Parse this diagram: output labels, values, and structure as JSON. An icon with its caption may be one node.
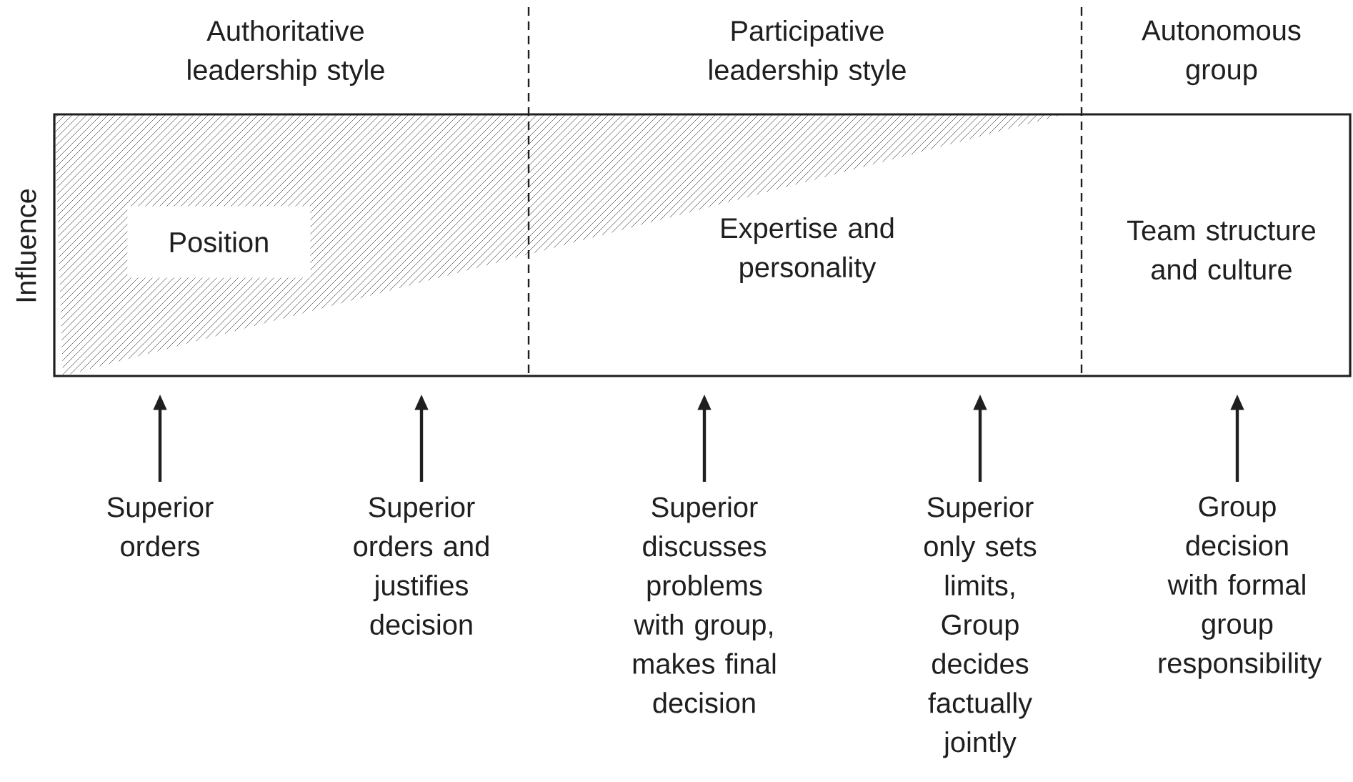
{
  "diagram": {
    "nodes": [
      {
        "text": [],
        "shape": "box"
      },
      {
        "text": [
          "Position"
        ],
        "in": 0
      },
      {
        "text": [
          "Superior orders"
        ]
      },
      {
        "text": [
          "Superior orders and justifies decision"
        ]
      },
      {
        "text": [
          "Superior discusses problems with group, makes final decision"
        ]
      },
      {
        "text": [
          "Superior only sets limits, Group decides factually jointly"
        ]
      },
      {
        "text": [
          "Group decision with formal group responsibility"
        ]
      }
    ],
    "edges": [
      {
        "from": 2,
        "to": 0,
        "arrow": "to"
      },
      {
        "from": 3,
        "to": 0,
        "arrow": "to"
      },
      {
        "from": 4,
        "to": 0,
        "arrow": "to"
      },
      {
        "from": 5,
        "to": 0,
        "arrow": "to"
      },
      {
        "from": 6,
        "to": 0,
        "arrow": "to"
      }
    ],
    "labels": [
      "Authoritative leadership style",
      "Participative leadership style",
      "Autonomous group",
      "Influence",
      "Expertise and personality",
      "Team structure and culture"
    ]
  }
}
